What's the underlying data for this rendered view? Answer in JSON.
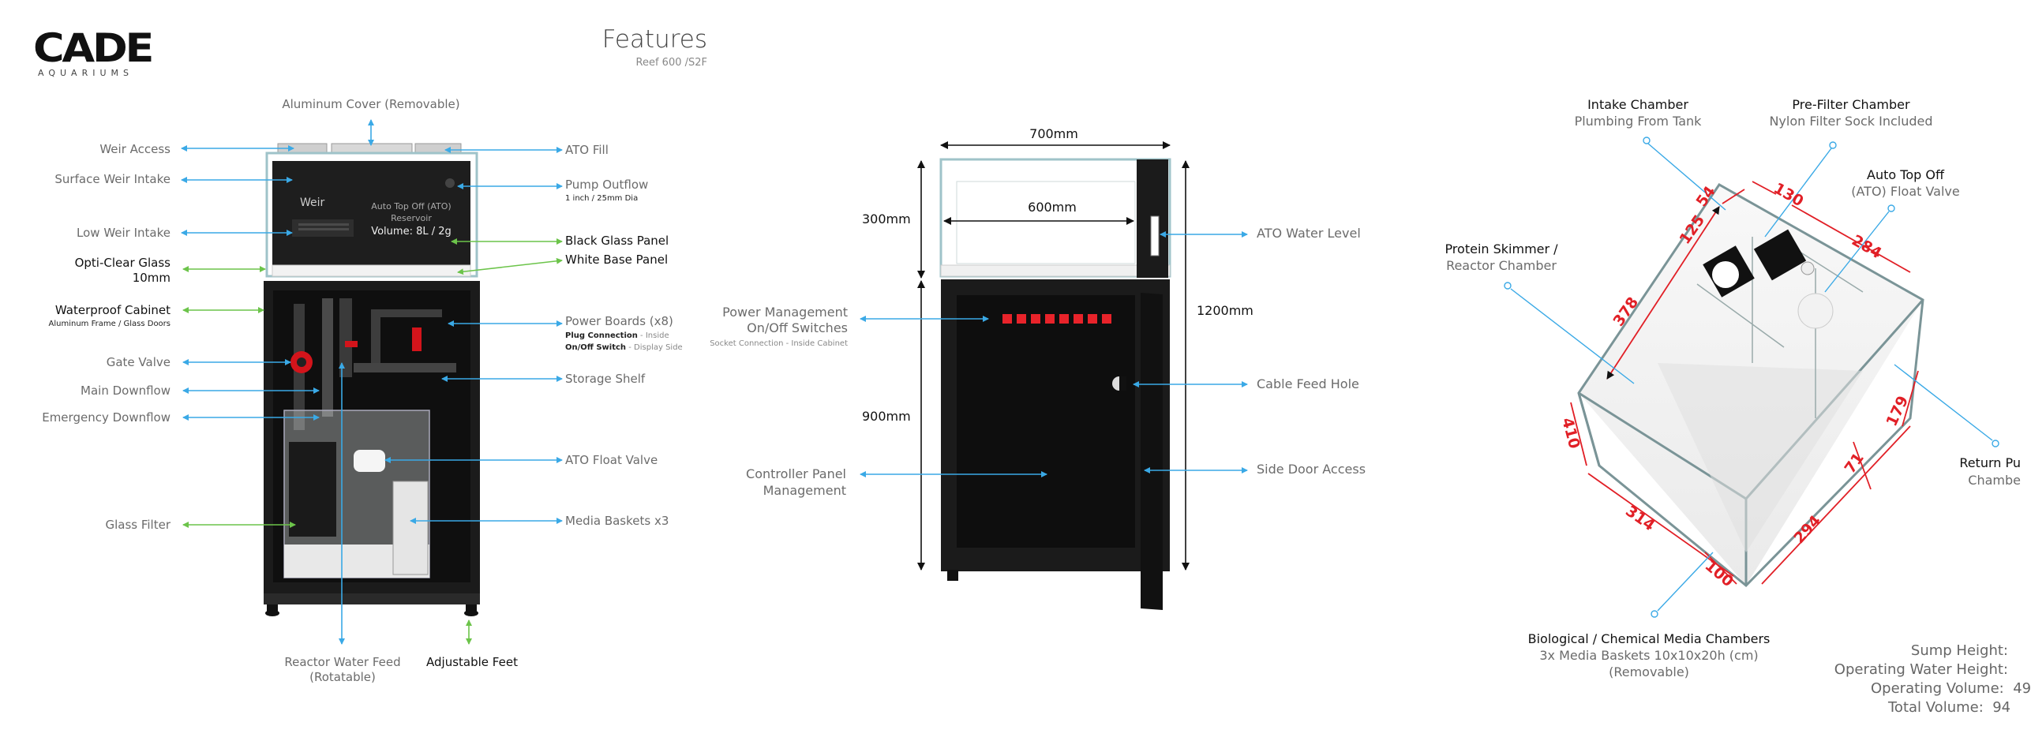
{
  "brand": {
    "logo_text": "CADE",
    "tagline": "AQUARIUMS"
  },
  "header": {
    "title": "Features",
    "model": "Reef 600 /S2F"
  },
  "front_view": {
    "top_label": "Aluminum Cover (Removable)",
    "left": [
      {
        "text": "Weir Access"
      },
      {
        "text": "Surface Weir Intake"
      },
      {
        "text": "Low Weir Intake"
      },
      {
        "text": "Opti-Clear Glass",
        "sub": "10mm"
      },
      {
        "text": "Waterproof Cabinet",
        "sub": "Aluminum Frame / Glass Doors"
      },
      {
        "text": "Gate Valve"
      },
      {
        "text": "Main Downflow"
      },
      {
        "text": "Emergency Downflow"
      },
      {
        "text": "Glass Filter"
      }
    ],
    "right": [
      {
        "text": "ATO Fill"
      },
      {
        "text": "Pump Outflow",
        "sub": "1 inch / 25mm Dia"
      },
      {
        "text": "Black Glass Panel"
      },
      {
        "text": "White Base Panel"
      },
      {
        "text": "Power Boards (x8)",
        "sub1a": "Plug Connection",
        "sub1b": " - Inside",
        "sub2a": "On/Off Switch",
        "sub2b": " - Display Side"
      },
      {
        "text": "Storage Shelf"
      },
      {
        "text": "ATO Float Valve"
      },
      {
        "text": "Media Baskets x3"
      }
    ],
    "bottom": [
      {
        "text": "Reactor Water Feed",
        "sub": "(Rotatable)"
      },
      {
        "text": "Adjustable Feet"
      }
    ],
    "tank_text": {
      "weir": "Weir",
      "ato1": "Auto Top Off (ATO)",
      "ato2": "Reservoir",
      "volume": "Volume: 8L / 2g"
    }
  },
  "side_view": {
    "dims": {
      "width_outer": "700mm",
      "width_inner": "600mm",
      "tank_height": "300mm",
      "cabinet_height": "900mm",
      "total_height": "1200mm"
    },
    "left": [
      {
        "text": "Power Management",
        "text2": "On/Off Switches",
        "sub": "Socket Connection - Inside Cabinet"
      },
      {
        "text": "Controller Panel",
        "text2": "Management"
      }
    ],
    "right": [
      {
        "text": "ATO Water Level"
      },
      {
        "text": "Cable Feed Hole"
      },
      {
        "text": "Side Door Access"
      }
    ]
  },
  "sump_view": {
    "labels": [
      {
        "title": "Intake Chamber",
        "sub": "Plumbing From Tank"
      },
      {
        "title": "Pre-Filter Chamber",
        "sub": "Nylon Filter Sock Included"
      },
      {
        "title": "Auto Top Off",
        "sub": "(ATO) Float Valve"
      },
      {
        "title": "Protein Skimmer /",
        "sub": "Reactor Chamber"
      },
      {
        "title": "Return Pu",
        "sub": "Chambe"
      },
      {
        "title": "Biological / Chemical Media Chambers",
        "sub": "3x Media Baskets 10x10x20h (cm)",
        "sub2": "(Removable)"
      }
    ],
    "dims": [
      "54",
      "130",
      "125",
      "284",
      "378",
      "410",
      "179",
      "71",
      "314",
      "294",
      "100"
    ],
    "stats": [
      {
        "label": "Sump Height:"
      },
      {
        "label": "Operating Water Height:"
      },
      {
        "label": "Operating Volume:",
        "value": "49"
      },
      {
        "label": "Total Volume:",
        "value": "94"
      }
    ]
  },
  "colors": {
    "blue_arrow": "#3aa9e6",
    "green_arrow": "#6cc44a",
    "red_dim": "#e11f26",
    "cabinet": "#1a1a1a"
  }
}
